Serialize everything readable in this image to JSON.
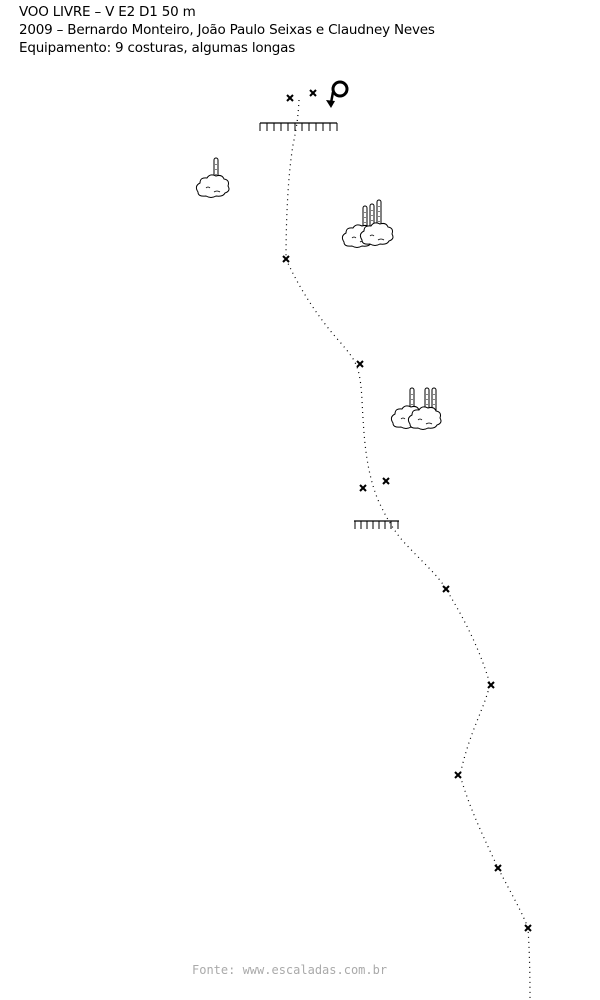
{
  "header": {
    "title": "VOO LIVRE – V E2 D1 50 m",
    "history": "2009 – Bernardo Monteiro, João Paulo Seixas e Claudney Neves",
    "equipment": "Equipamento: 9 costuras, algumas longas"
  },
  "footer": {
    "source": "Fonte: www.escaladas.com.br"
  }
}
